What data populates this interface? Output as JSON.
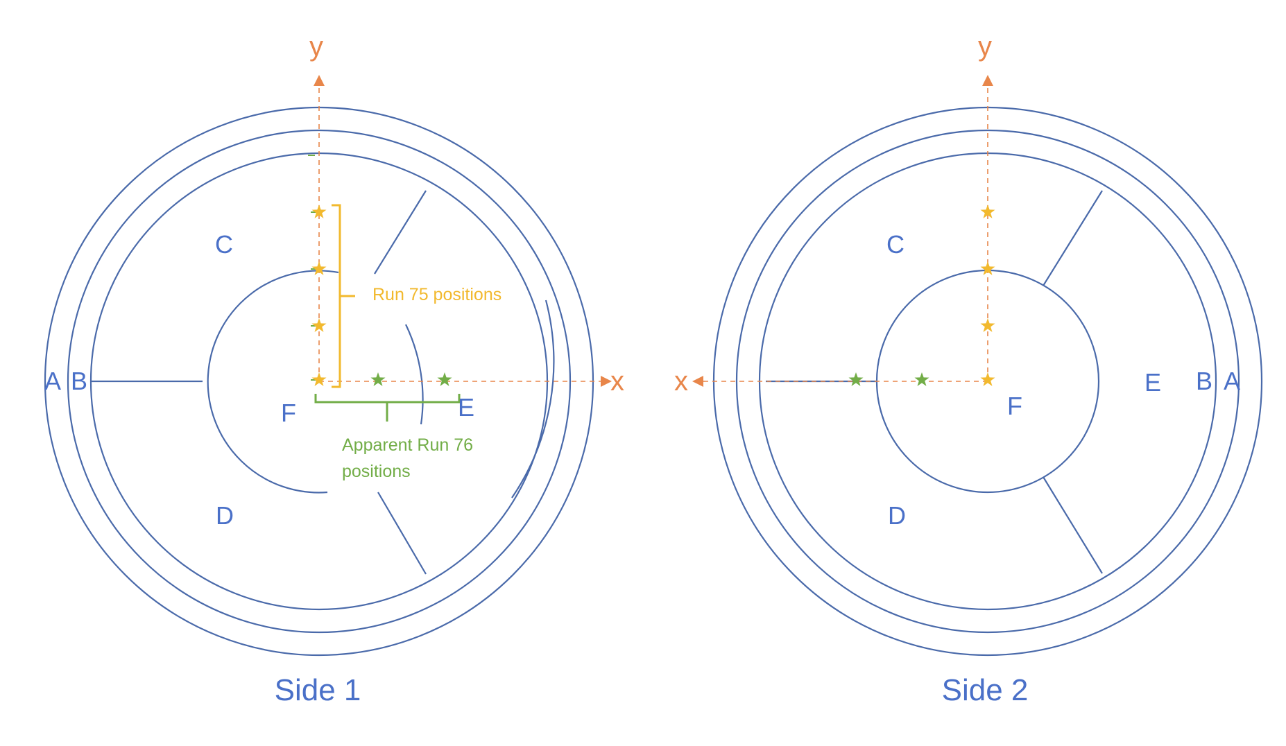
{
  "colors": {
    "ring": "#4a6aaa",
    "region_label": "#4a70c8",
    "axis": "#e8864a",
    "run75": "#f2b92e",
    "run76": "#72ad47"
  },
  "icons": {
    "run75_marker": "yellow-star-icon",
    "run76_marker": "green-star-icon",
    "axis_end": "arrowhead-icon"
  },
  "side1": {
    "title": "Side 1",
    "labels": {
      "A": "A",
      "B": "B",
      "C": "C",
      "D": "D",
      "E": "E",
      "F": "F"
    },
    "axis_x": "x",
    "axis_y": "y",
    "run75_label": "Run 75 positions",
    "run76_label_line1": "Apparent Run 76",
    "run76_label_line2": "positions"
  },
  "side2": {
    "title": "Side 2",
    "labels": {
      "A": "A",
      "B": "B",
      "C": "C",
      "D": "D",
      "E": "E",
      "F": "F"
    },
    "axis_x": "x",
    "axis_y": "y"
  }
}
